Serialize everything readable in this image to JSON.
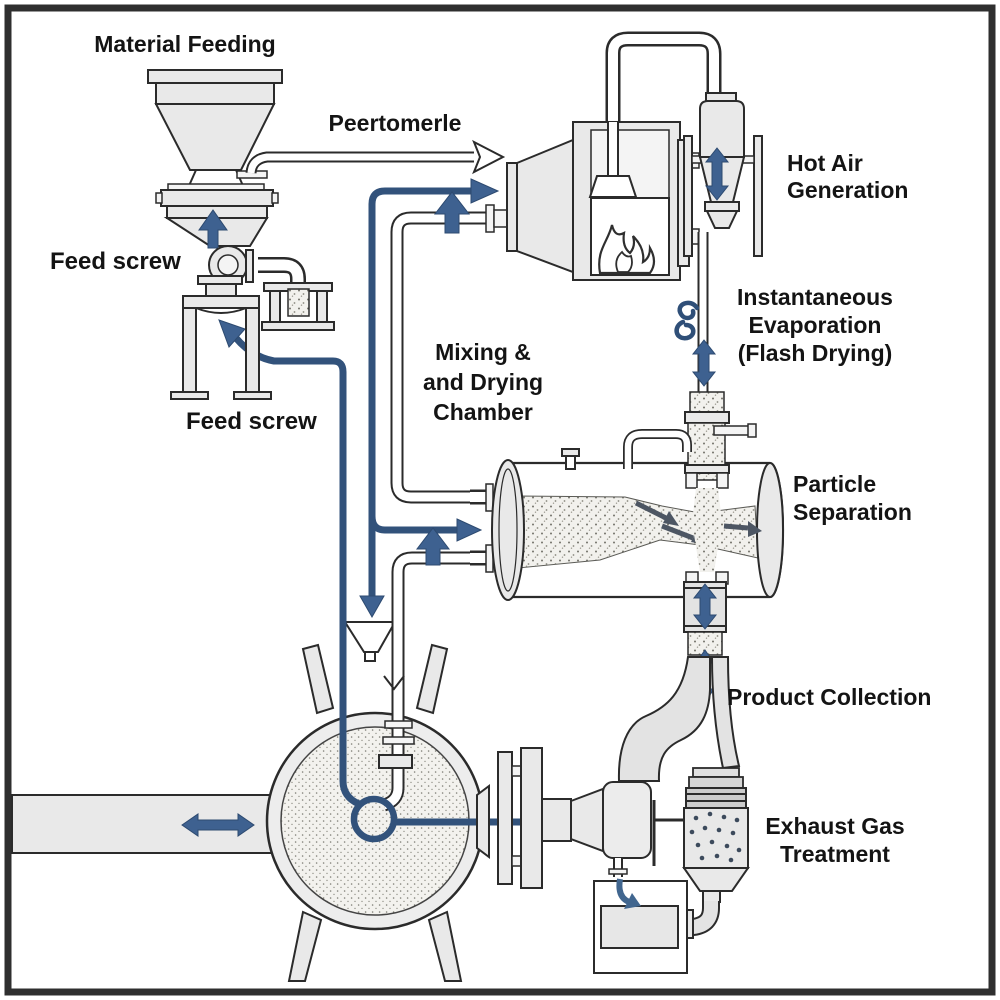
{
  "diagram": {
    "type": "process-flow-diagram",
    "subject": "flash drying system",
    "labels": {
      "material_feeding": "Material Feeding",
      "peertomerle": "Peertomerle",
      "feed_screw_upper": "Feed screw",
      "feed_screw_lower": "Feed screw",
      "hot_air_generation": {
        "line1": "Hot Air",
        "line2": "Generation"
      },
      "mixing_drying_chamber": {
        "line1": "Mixing &",
        "line2": "and Drying",
        "line3": "Chamber"
      },
      "instantaneous_evaporation": {
        "line1": "Instantaneous",
        "line2": "Evaporation",
        "line3": "(Flash Drying)"
      },
      "particle_separation": {
        "line1": "Particle",
        "line2": "Separation"
      },
      "product_collection": "Product Collection",
      "exhaust_gas_treatment": {
        "line1": "Exhaust Gas",
        "line2": "Treatment"
      }
    },
    "colors": {
      "outline": "#2b2b2b",
      "machine_fill": "#e9e9e9",
      "pipe_blue": "#32527b",
      "arrow_blue": "#3e6190",
      "text": "#141414",
      "background": "#ffffff"
    }
  }
}
